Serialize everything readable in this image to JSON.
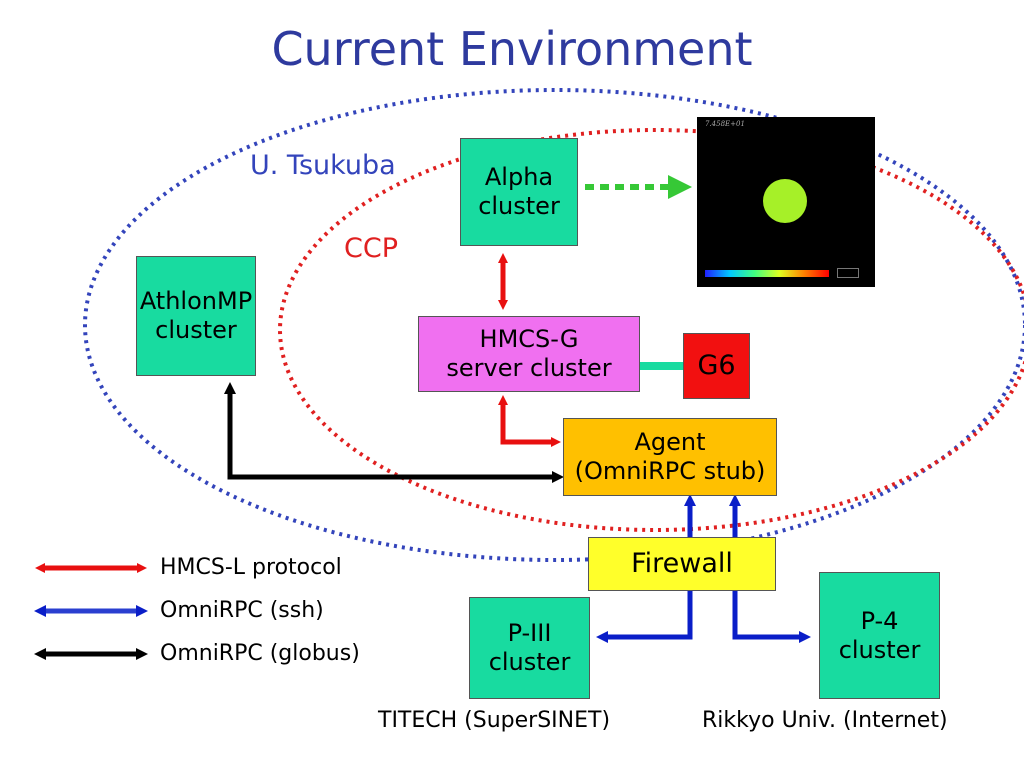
{
  "title": "Current Environment",
  "regions": {
    "tsukuba": {
      "label": "U. Tsukuba",
      "color": "#3344bb"
    },
    "ccp": {
      "label": "CCP",
      "color": "#e02020"
    }
  },
  "nodes": {
    "alpha": "Alpha\ncluster",
    "athlon": "AthlonMP\ncluster",
    "hmcs": "HMCS-G\nserver cluster",
    "g6": "G6",
    "agent": "Agent\n(OmniRPC stub)",
    "firewall": "Firewall",
    "p3": "P-III\ncluster",
    "p4": "P-4\ncluster"
  },
  "visualization": {
    "timestamp": "7.458E+01"
  },
  "sites": {
    "titech": "TITECH (SuperSINET)",
    "rikkyo": "Rikkyo Univ. (Internet)"
  },
  "legend": [
    {
      "label": "HMCS-L protocol",
      "color": "#e81010"
    },
    {
      "label": "OmniRPC (ssh)",
      "color": "#2a3fd0"
    },
    {
      "label": "OmniRPC (globus)",
      "color": "#000000"
    }
  ],
  "colors": {
    "node_green": "#18dba0",
    "hmcs_pink": "#f070f0",
    "g6_red": "#f21010",
    "agent_orange": "#ffc000",
    "firewall_yellow": "#ffff2a",
    "dashed_arrow_green": "#36c836",
    "ssh_link_blue": "#0a1ec8"
  }
}
